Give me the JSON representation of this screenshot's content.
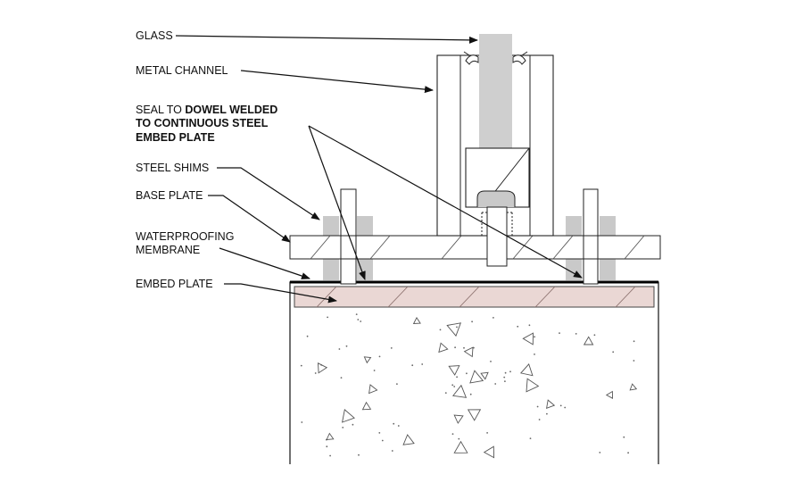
{
  "labels": {
    "glass": "GLASS",
    "metal_channel": "METAL CHANNEL",
    "seal_line1_prefix": "SEAL TO ",
    "seal_line1_bold": "DOWEL WELDED",
    "seal_line2": "TO CONTINUOUS STEEL",
    "seal_line3": "EMBED PLATE",
    "steel_shims": "STEEL SHIMS",
    "base_plate": "BASE PLATE",
    "waterproofing_line1": "WATERPROOFING",
    "waterproofing_line2": "MEMBRANE",
    "embed_plate": "EMBED PLATE"
  },
  "colors": {
    "glass": "#cfcfcf",
    "embed_plate": "#ead7d4",
    "shim": "#c9c9c9",
    "line": "#111111"
  }
}
